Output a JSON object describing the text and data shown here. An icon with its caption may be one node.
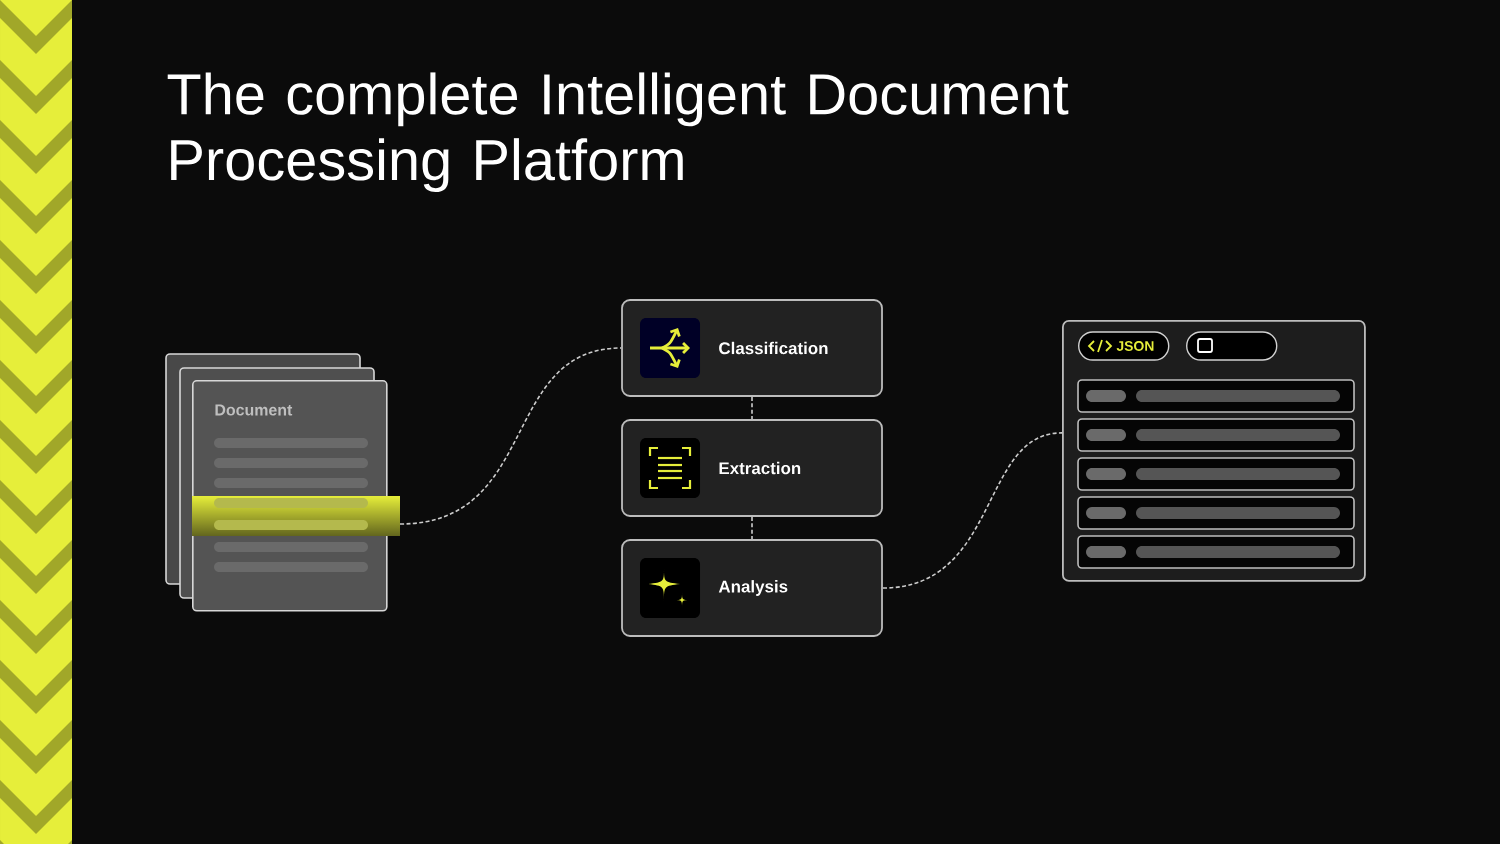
{
  "diagram": {
    "title": "The complete Intelligent Document Processing Platform",
    "nodes": [
      {
        "text": [
          "Document"
        ]
      },
      {
        "text": [
          "Classification"
        ]
      },
      {
        "text": [
          "Extraction"
        ]
      },
      {
        "text": [
          "Analysis"
        ]
      },
      {
        "text": [],
        "shape": "box"
      },
      {
        "text": [
          "JSON"
        ],
        "in": 4
      },
      {
        "text": [],
        "shape": "box",
        "in": 4
      }
    ],
    "edges": [
      {
        "from": 0,
        "to": 1,
        "arrow": "none"
      },
      {
        "from": 1,
        "to": 2,
        "arrow": "none"
      },
      {
        "from": 2,
        "to": 3,
        "arrow": "none"
      },
      {
        "from": 3,
        "to": 4,
        "arrow": "none"
      }
    ]
  }
}
